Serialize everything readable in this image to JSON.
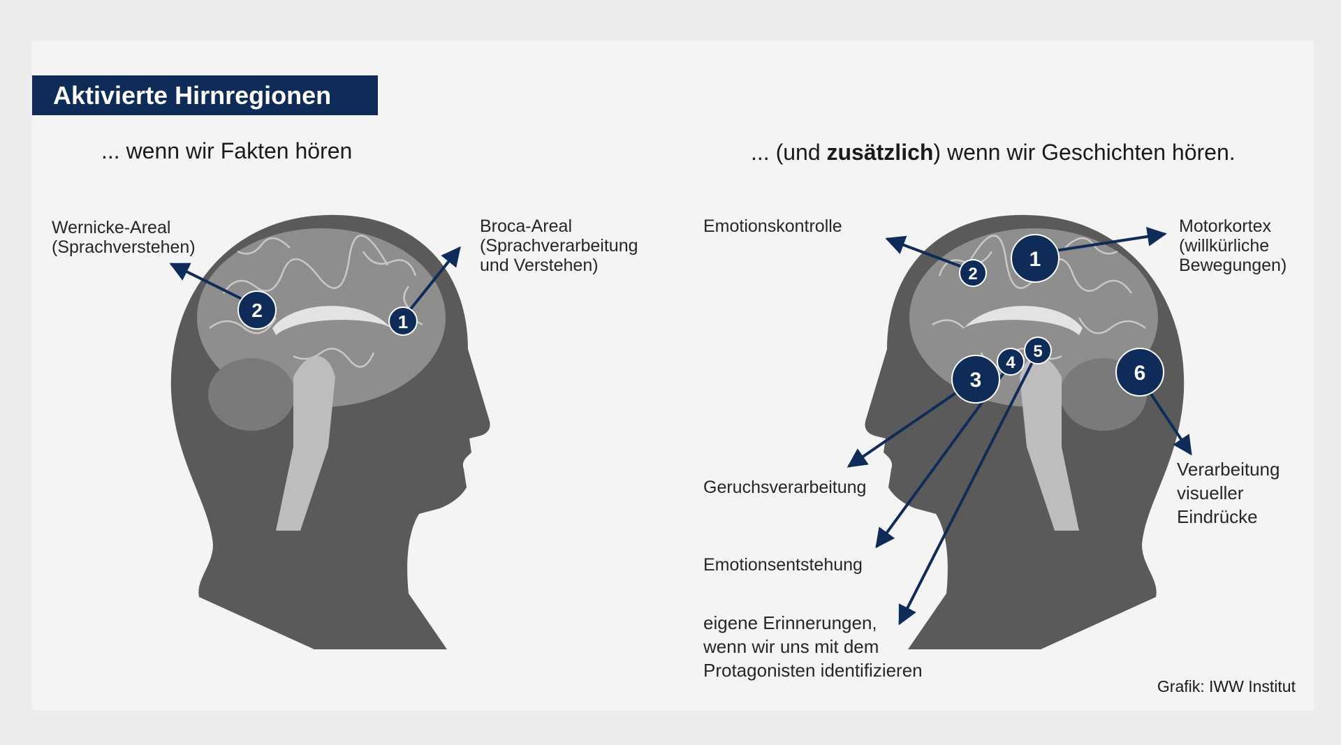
{
  "title": "Aktivierte Hirnregionen",
  "left_panel": {
    "subtitle": "... wenn wir Fakten hören",
    "markers": [
      {
        "number": "1",
        "label": "Broca-Areal\n(Sprachverarbeitung\nund Verstehen)"
      },
      {
        "number": "2",
        "label": "Wernicke-Areal\n(Sprachverstehen)"
      }
    ]
  },
  "right_panel": {
    "subtitle_pre": "... (und ",
    "subtitle_bold": "zusätzlich",
    "subtitle_post": ") wenn wir Geschichten hören.",
    "markers": [
      {
        "number": "1",
        "label": "Motorkortex\n(willkürliche\nBewegungen)"
      },
      {
        "number": "2",
        "label": "Emotionskontrolle"
      },
      {
        "number": "3",
        "label": "Geruchsverarbeitung"
      },
      {
        "number": "4",
        "label": "Emotionsentstehung"
      },
      {
        "number": "5",
        "label": "eigene Erinnerungen,\nwenn wir uns mit dem\nProtagonisten identifizieren"
      },
      {
        "number": "6",
        "label": "Verarbeitung\nvisueller\nEindrücke"
      }
    ]
  },
  "credit": "Grafik: IWW Institut",
  "colors": {
    "navy": "#0f2c59",
    "head": "#5a5a5a",
    "brain": "#8e8e8e",
    "inner": "#bdbdbd"
  }
}
